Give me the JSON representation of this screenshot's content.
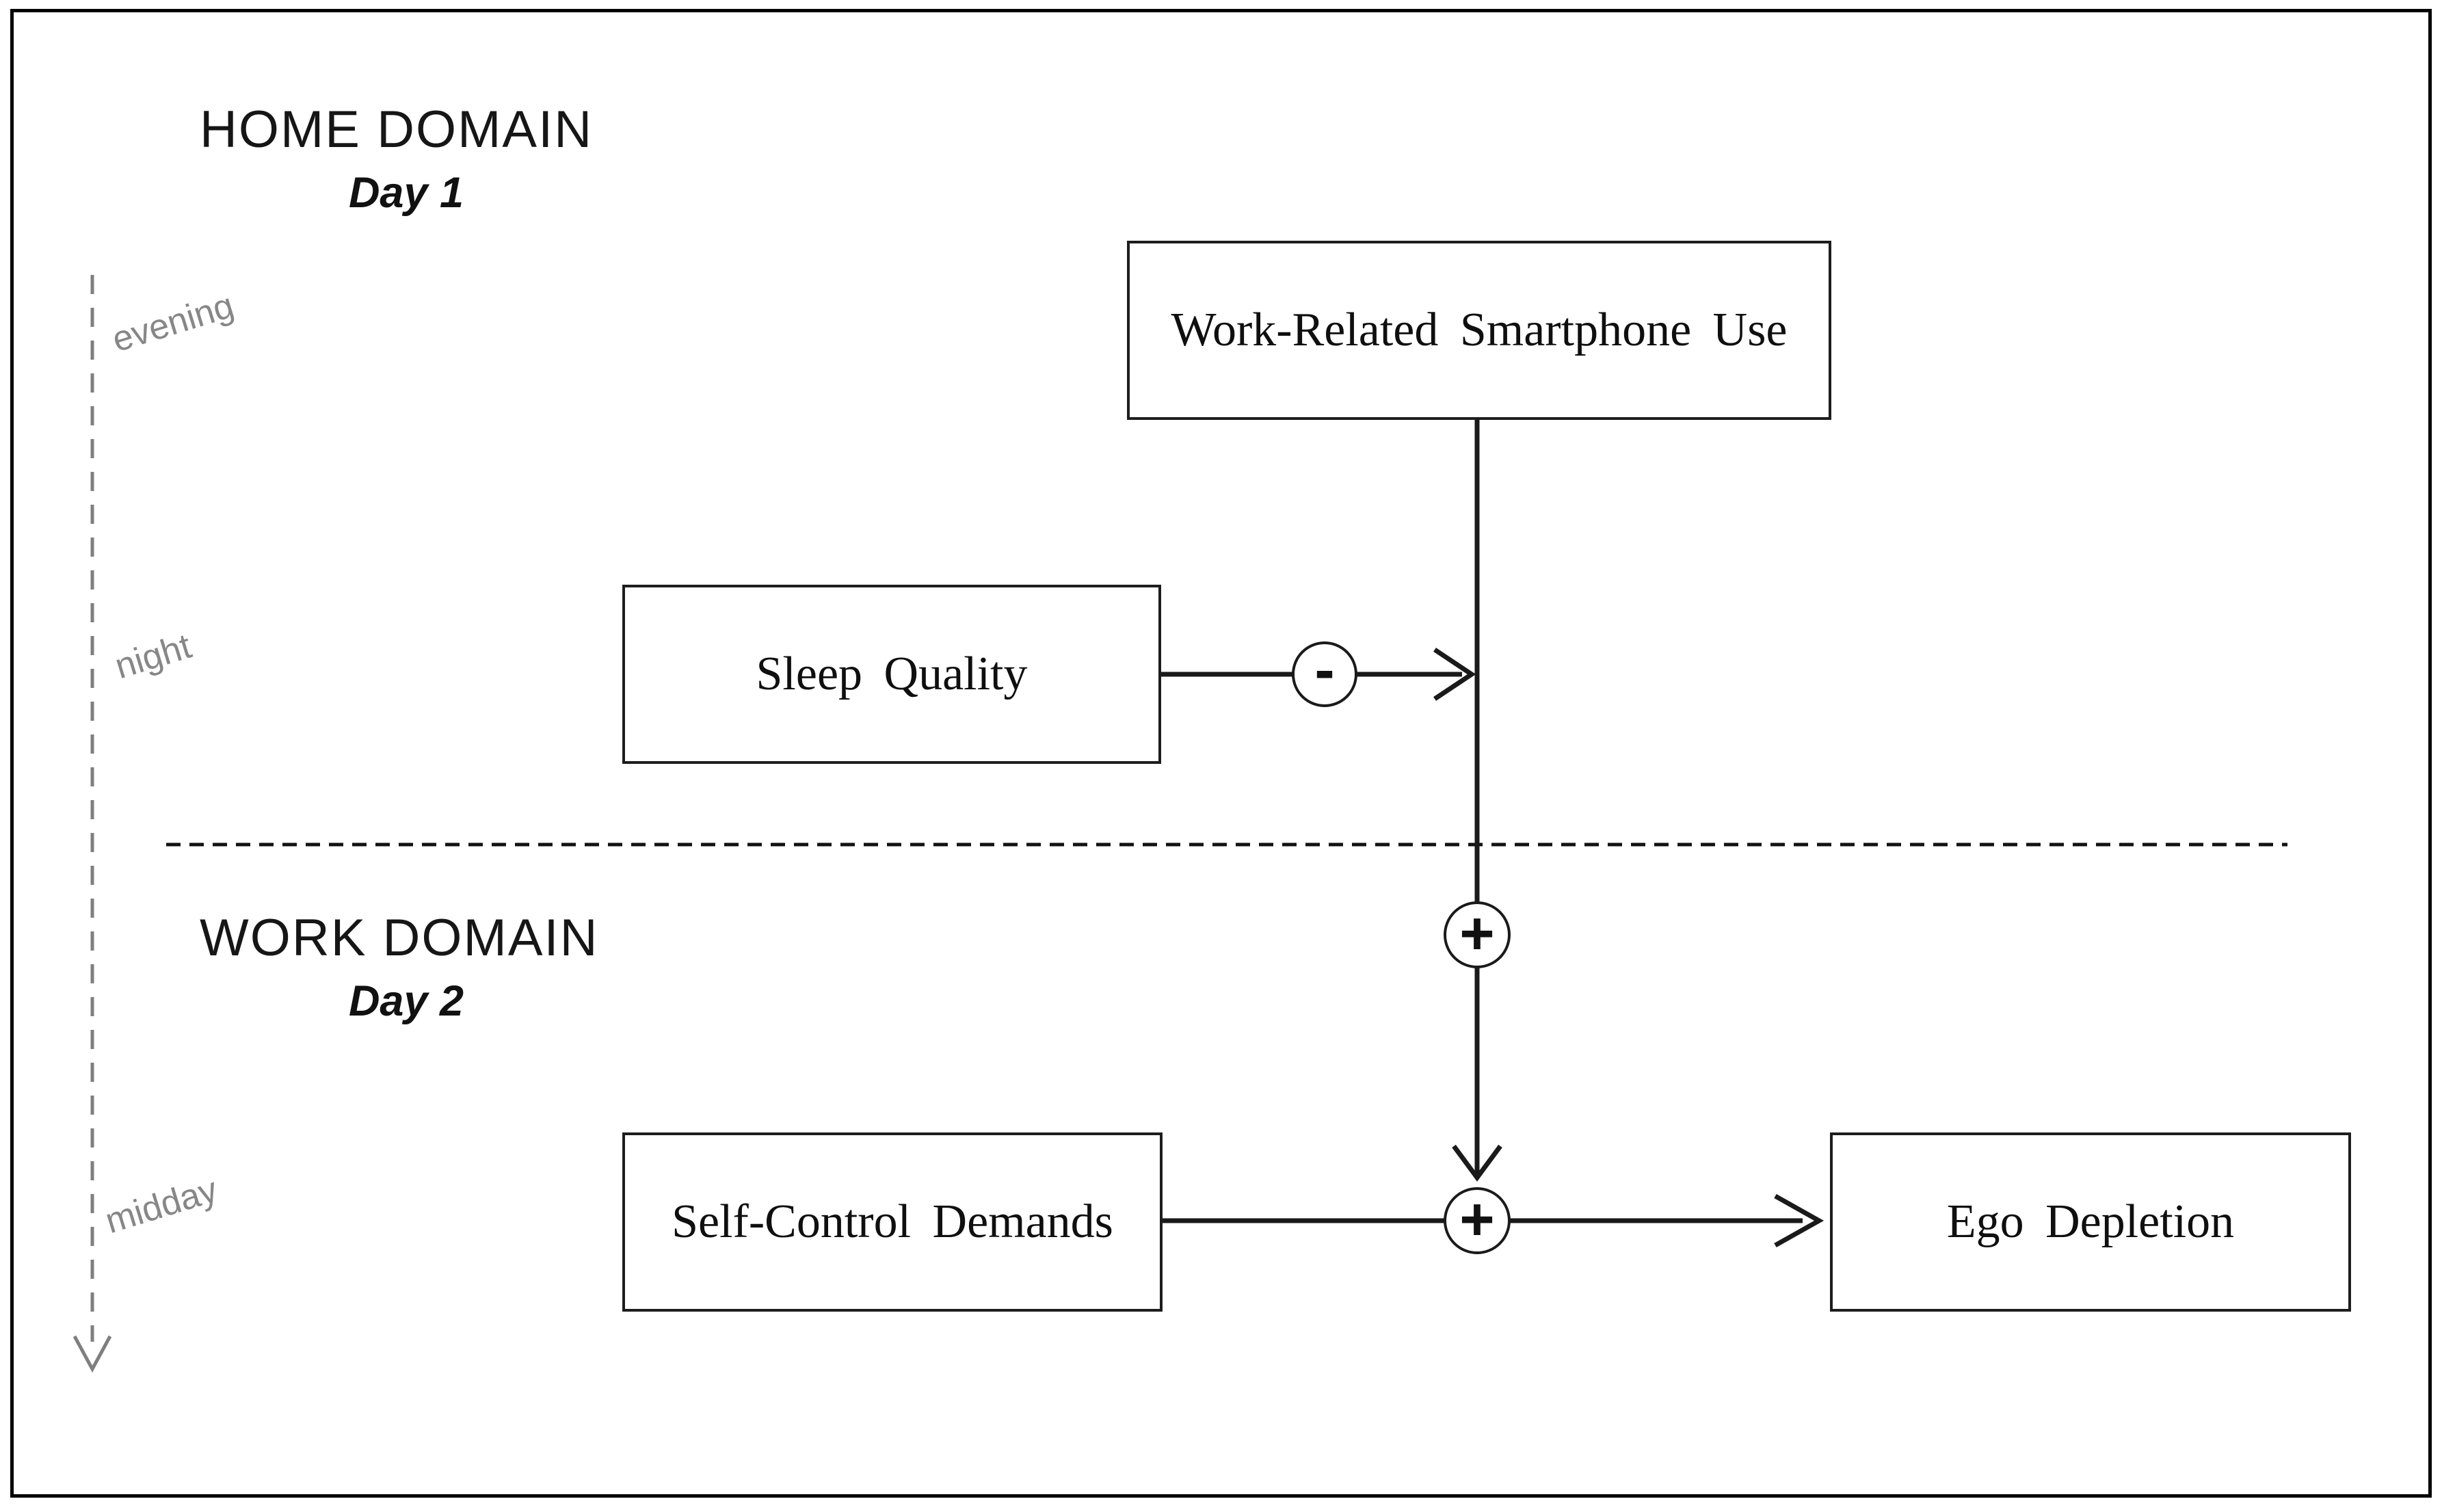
{
  "figure": {
    "home_domain": {
      "title": "HOME DOMAIN",
      "day": "Day 1"
    },
    "work_domain": {
      "title": "WORK DOMAIN",
      "day": "Day 2"
    },
    "timeline": {
      "evening": "evening",
      "night": "night",
      "midday": "midday"
    },
    "boxes": {
      "smartphone": {
        "label": "Work-Related Smartphone Use"
      },
      "sleep": {
        "label": "Sleep Quality"
      },
      "self_control": {
        "label": "Self-Control Demands"
      },
      "ego": {
        "label": "Ego Depletion"
      }
    },
    "signs": {
      "sleep_to_smartphone": "-",
      "smartphone_to_junction": "+",
      "self_control_to_ego": "+"
    },
    "colors": {
      "line": "#1a1a1a",
      "muted": "#878787",
      "background": "#ffffff"
    }
  }
}
